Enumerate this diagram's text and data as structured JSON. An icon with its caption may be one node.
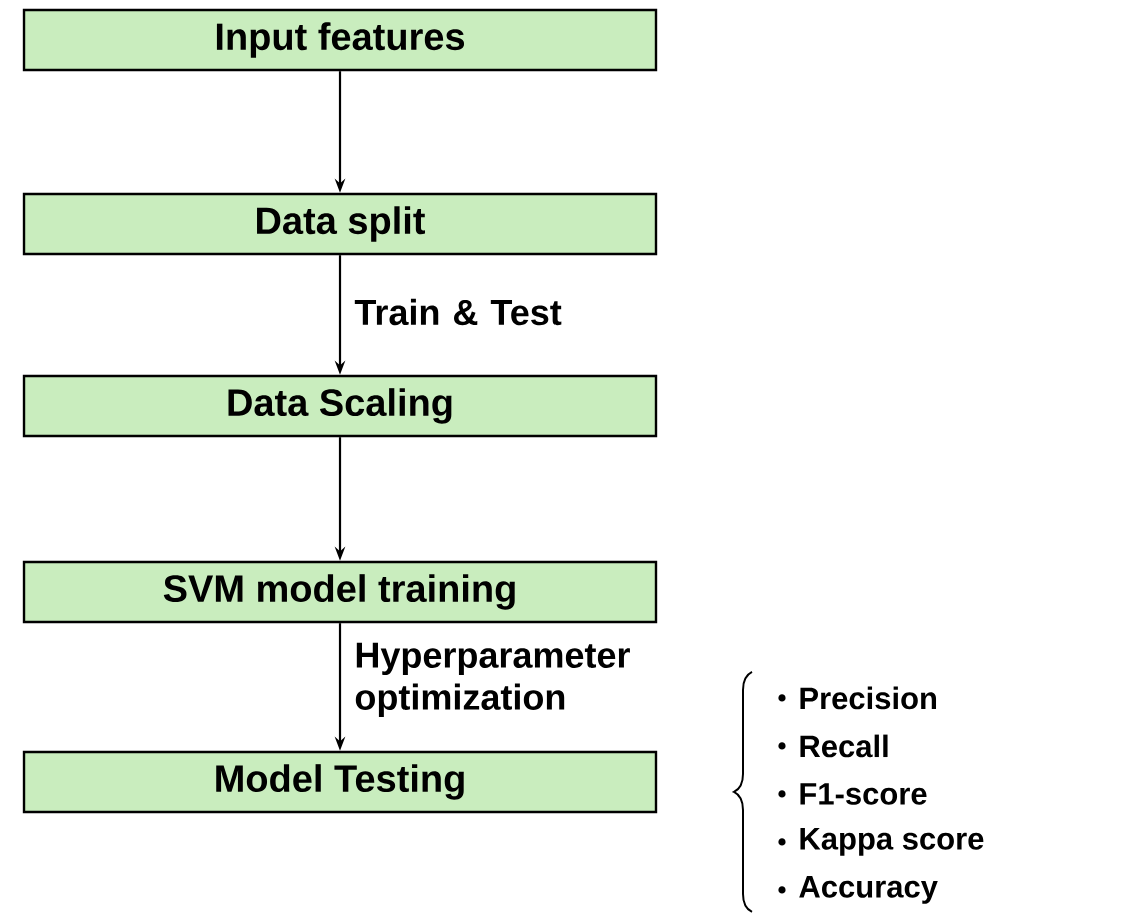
{
  "diagram": {
    "nodes": [
      {
        "text": [
          "Input features"
        ]
      },
      {
        "text": [
          "Data split"
        ]
      },
      {
        "text": [
          "Data Scaling"
        ]
      },
      {
        "text": [
          "SVM model training"
        ]
      },
      {
        "text": [
          "Model Testing"
        ]
      }
    ],
    "edges": [
      {
        "from": 0,
        "to": 1,
        "arrow": "to"
      },
      {
        "from": 1,
        "to": 2,
        "arrow": "to",
        "label": "Train & Test"
      },
      {
        "from": 2,
        "to": 3,
        "arrow": "to"
      },
      {
        "from": 3,
        "to": 4,
        "arrow": "to",
        "label": "Hyperparameter optimization"
      }
    ],
    "labels": [
      "Precision",
      "Recall",
      "F1-score",
      "Kappa score",
      "Accuracy"
    ]
  }
}
